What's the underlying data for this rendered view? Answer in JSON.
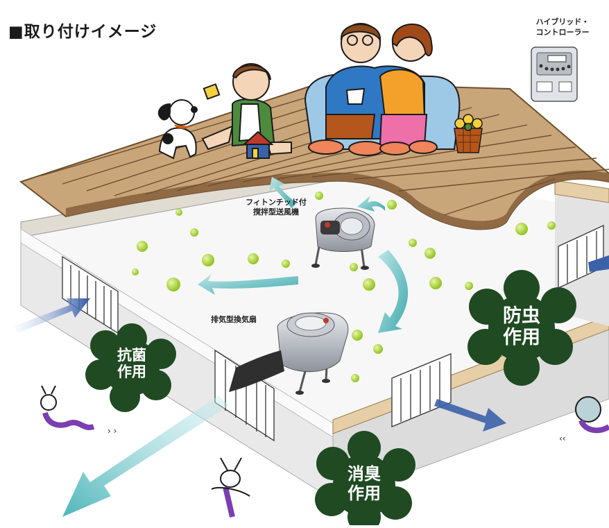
{
  "title": "■取り付けイメージ",
  "controller": {
    "label_line1": "ハイブリッド・",
    "label_line2": "コントローラー"
  },
  "devices": {
    "stirring_fan": {
      "line1": "フィトンチッド付",
      "line2": "撹拌型送風機"
    },
    "exhaust_fan": {
      "label": "排気型換気扇"
    }
  },
  "badges": [
    {
      "id": "antibacterial",
      "line1": "抗菌",
      "line2": "作用"
    },
    {
      "id": "insect",
      "line1": "防虫",
      "line2": "作用"
    },
    {
      "id": "deodorize",
      "line1": "消臭",
      "line2": "作用"
    }
  ],
  "colors": {
    "deck": "#c9a57a",
    "deck_line": "#6e4e2e",
    "foundation": "#f1f1f1",
    "badge_green": "#1f4a22",
    "air_teal": "#6cc0c4",
    "air_blue": "#3a62a8",
    "particle": "#a4cc2a"
  },
  "icons": [
    "dog-icon",
    "child-icon",
    "family-on-sofa-icon",
    "flower-pot-icon",
    "controller-icon",
    "bug-icon",
    "vent-grille-icon",
    "fan-icon"
  ]
}
